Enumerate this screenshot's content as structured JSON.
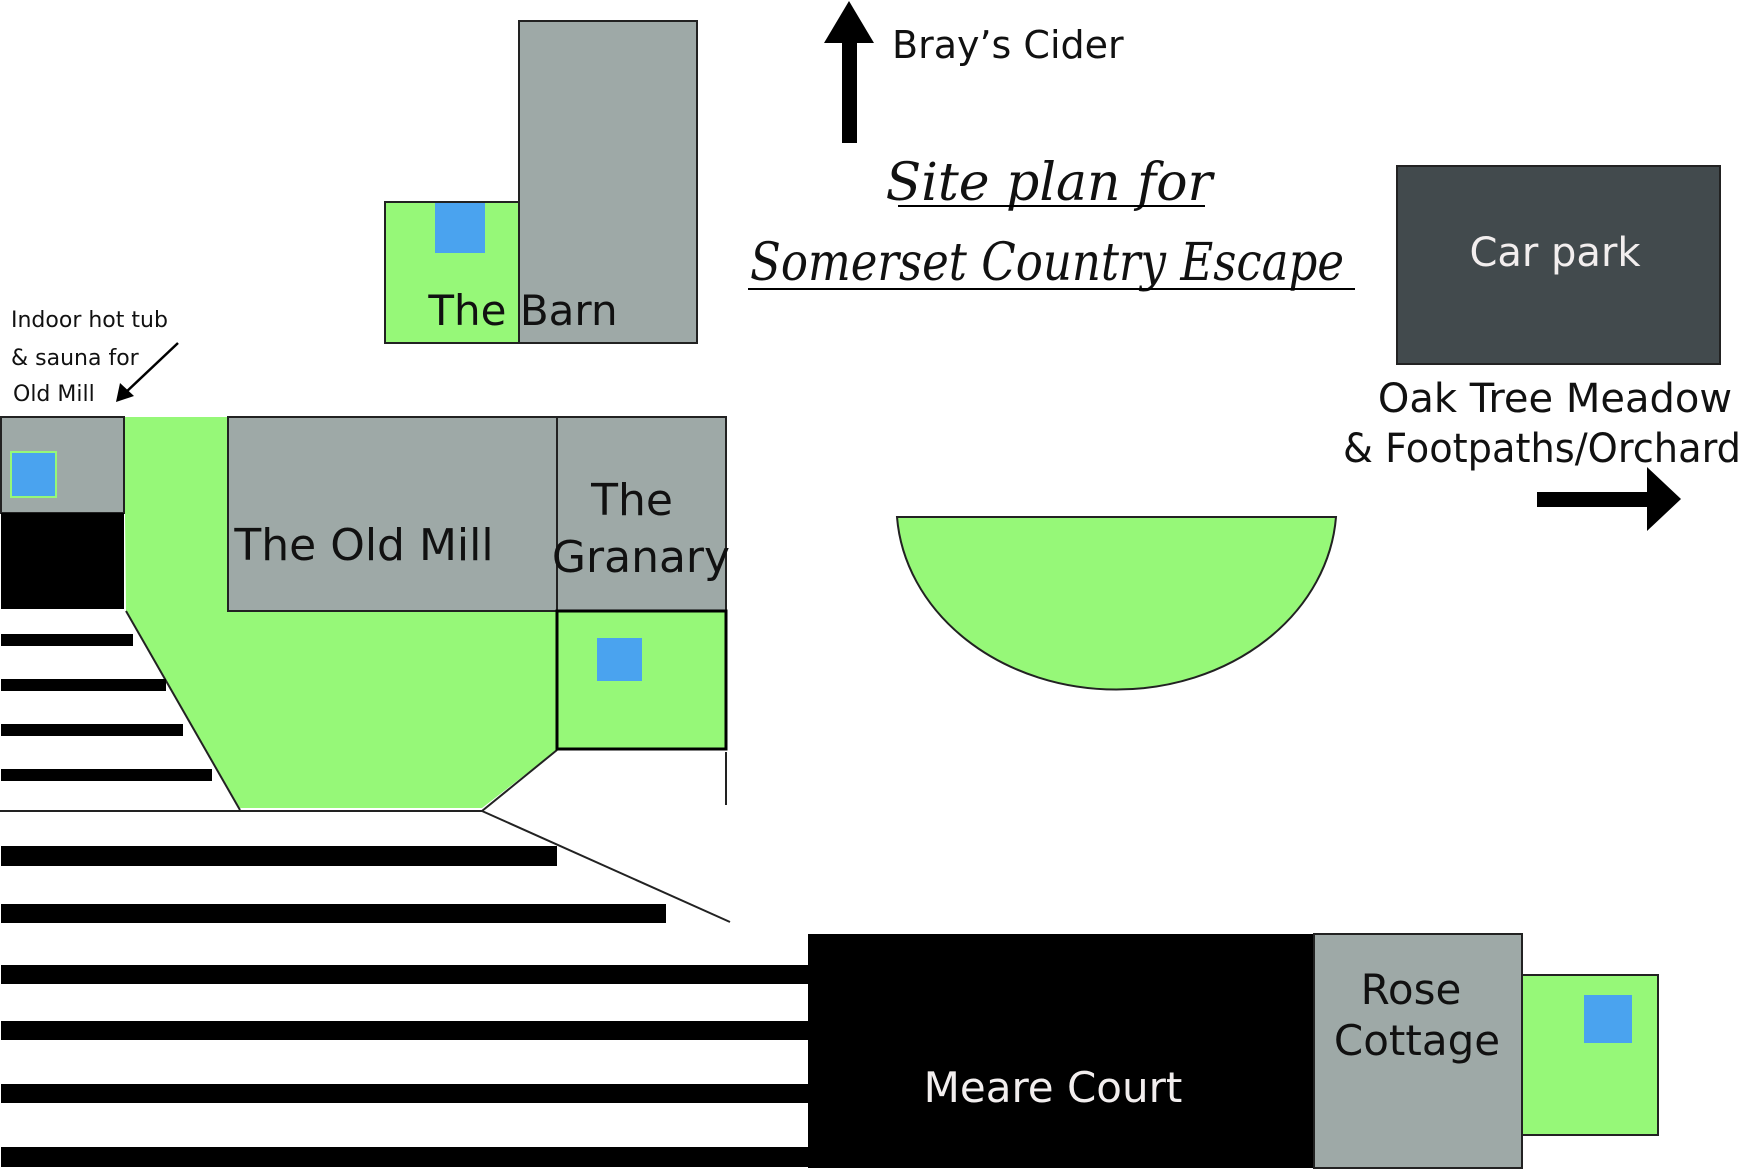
{
  "title": {
    "line1": "Site plan for",
    "line2": "Somerset Country Escape"
  },
  "directions": {
    "north": "Bray’s Cider",
    "east_line1": "Oak Tree Meadow",
    "east_line2": "& Footpaths/Orchard"
  },
  "buildings": {
    "barn": "The Barn",
    "old_mill": "The Old Mill",
    "granary_line1": "The",
    "granary_line2": "Granary",
    "car_park": "Car park",
    "meare_court": "Meare Court",
    "rose_cottage_line1": "Rose",
    "rose_cottage_line2": "Cottage"
  },
  "annotation": {
    "line1": "Indoor hot tub",
    "line2": "& sauna for",
    "line3": "Old Mill"
  },
  "colors": {
    "lawn_green": "#96f878",
    "building_grey": "#9ea9a7",
    "car_park_dark": "#424a4d",
    "hot_tub_blue": "#4aa3ef",
    "black": "#000000"
  }
}
